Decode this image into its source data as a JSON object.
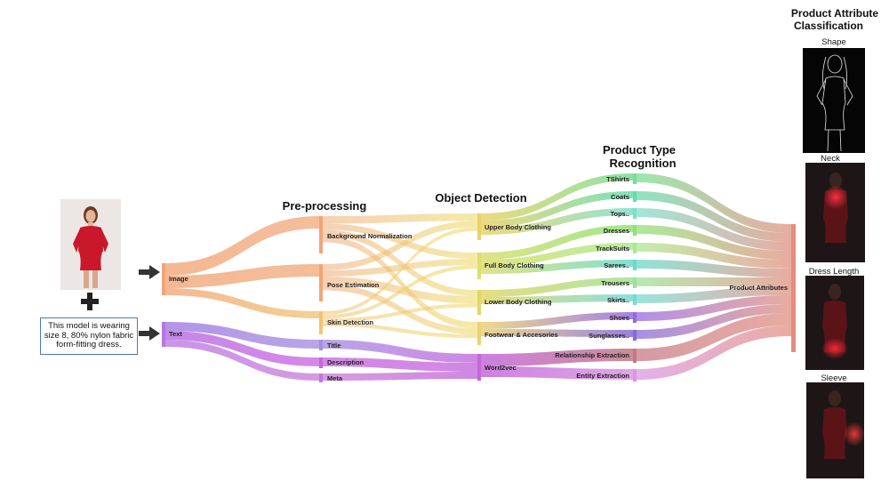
{
  "stage_titles": {
    "preprocessing": "Pre-processing",
    "object_detection": "Object Detection",
    "product_type_line1": "Product Type",
    "product_type_line2": "Recognition",
    "attribute_line1": "Product Attribute",
    "attribute_line2": "Classification"
  },
  "input_text": "This model is wearing size 8, 80% nylon fabric form-fitting dress.",
  "attribute_panels": [
    "Shape",
    "Neck",
    "Dress Length",
    "Sleeve"
  ],
  "nodes": {
    "image": "Image",
    "text": "Text",
    "bg_norm": "Background Normalization",
    "pose": "Pose Estimation",
    "skin": "Skin Detection",
    "title": "Title",
    "description": "Description",
    "meta": "Meta",
    "upper": "Upper Body Clothing",
    "full": "Full Body Clothing",
    "lower": "Lower Body Clothing",
    "footwear": "Footwear & Accesories",
    "word2vec": "Word2vec",
    "tshirts": "TShirts",
    "coats": "Coats",
    "tops": "Tops..",
    "dresses": "Dresses",
    "tracksuits": "TrackSuits",
    "sarees": "Sarees..",
    "trousers": "Trousers",
    "skirts": "Skirts..",
    "shoes": "Shoes",
    "sunglasses": "Sunglasses..",
    "relationship": "Relationship Extraction",
    "entity": "Entity Extraction",
    "product_attributes": "Product Attributes"
  },
  "colors": {
    "image_flow": "#f0a070",
    "text_flow": "#b070e0",
    "object_flow": "#f0d860",
    "tshirts": "#70dc8c",
    "coats": "#60d8a8",
    "tops": "#78dcc8",
    "dresses": "#88e070",
    "tracksuits": "#a8e888",
    "sarees": "#60d8c8",
    "trousers": "#98e090",
    "skirts": "#70d8d0",
    "shoes": "#9060e0",
    "sunglasses": "#8060d8",
    "relationship": "#c07080",
    "entity": "#d890e0",
    "attributes": "#e08878",
    "text_box_border": "#4a78b8",
    "dress_red": "#d0202c"
  }
}
